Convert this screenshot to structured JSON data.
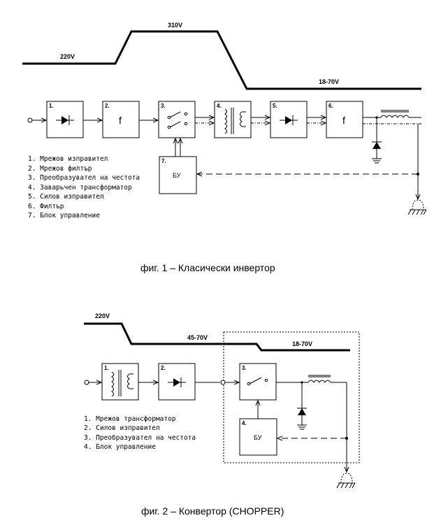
{
  "fig1": {
    "voltages": {
      "v220": "220V",
      "v310": "310V",
      "v18_70": "18-70V"
    },
    "blocks": {
      "b1": "1.",
      "b2": "2.",
      "f2": "f",
      "b3": "3.",
      "b4": "4.",
      "b5": "5.",
      "b6": "6.",
      "f6": "f",
      "b7": "7.",
      "bu7": "БУ"
    },
    "legend": [
      "1. Мрежов изправител",
      "2. Мрежов филтър",
      "3. Преобразувател на честота",
      "4. Заварьчен трансформатор",
      "5. Силов изправител",
      "6. Филтър",
      "7. Блок управление"
    ],
    "caption": "фиг. 1 – Класически инвертор"
  },
  "fig2": {
    "voltages": {
      "v220": "220V",
      "v45_70": "45-70V",
      "v18_70": "18-70V"
    },
    "blocks": {
      "b1": "1.",
      "b2": "2.",
      "b3": "3.",
      "b4": "4.",
      "bu4": "БУ"
    },
    "legend": [
      "1. Мрежов трансформатор",
      "2. Силов изправител",
      "3. Преобразувател на честота",
      "4. Блок управление"
    ],
    "caption": "фиг. 2 – Конвертор  (CHOPPER)"
  }
}
